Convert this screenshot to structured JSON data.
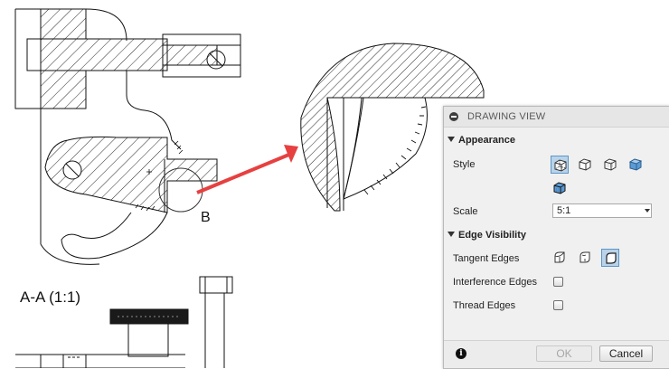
{
  "drawing": {
    "detail_label": "B",
    "section_label": "A-A (1:1)"
  },
  "panel": {
    "title": "DRAWING VIEW",
    "appearance": {
      "header": "Appearance",
      "style_label": "Style",
      "style_icons": [
        "visible-and-hidden-edges-icon",
        "visible-edges-icon",
        "shaded-with-hidden-edges-icon",
        "shaded-icon",
        "shaded-with-visible-edges-icon"
      ],
      "selected_style": 0,
      "scale_label": "Scale",
      "scale_value": "5:1"
    },
    "edge_visibility": {
      "header": "Edge Visibility",
      "tangent_label": "Tangent Edges",
      "tangent_icons": [
        "tangent-full-icon",
        "tangent-short-icon",
        "tangent-off-icon"
      ],
      "selected_tangent": 2,
      "interference_label": "Interference Edges",
      "interference_checked": false,
      "thread_label": "Thread Edges",
      "thread_checked": false
    },
    "ok_label": "OK",
    "cancel_label": "Cancel",
    "info_glyph": "i"
  },
  "colors": {
    "arrow": "#e74040",
    "selected_bg": "#b8d3ea",
    "selected_border": "#5f95c6"
  }
}
